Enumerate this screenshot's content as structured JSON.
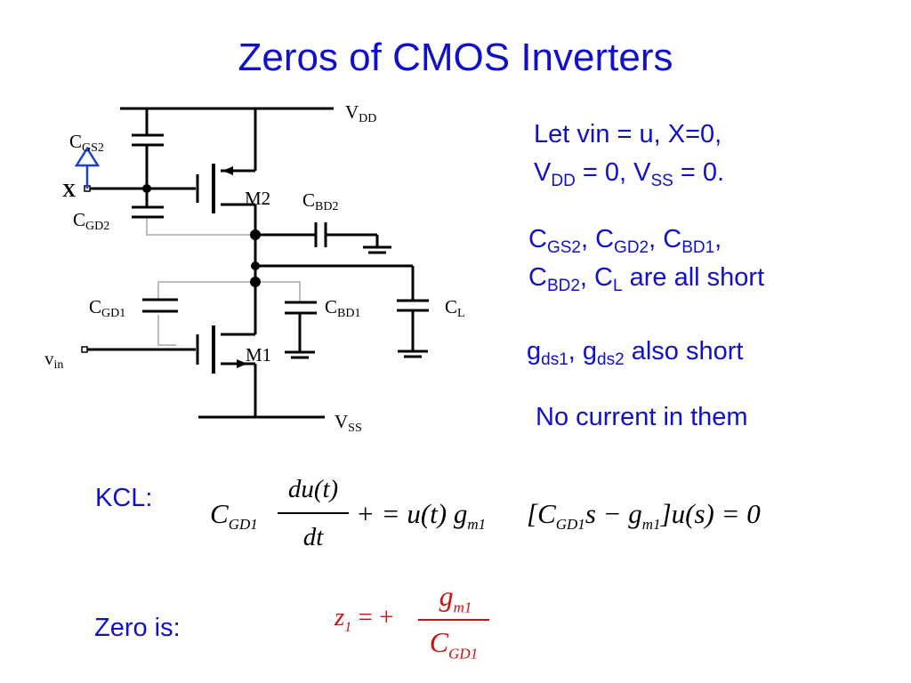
{
  "slide": {
    "title": "Zeros of CMOS Inverters"
  },
  "circuit": {
    "labels": {
      "vdd": "V",
      "vdd_sub": "DD",
      "vss": "V",
      "vss_sub": "SS",
      "cgs2": "C",
      "cgs2_sub": "GS2",
      "cgd2": "C",
      "cgd2_sub": "GD2",
      "cgd1": "C",
      "cgd1_sub": "GD1",
      "cbd2": "C",
      "cbd2_sub": "BD2",
      "cbd1": "C",
      "cbd1_sub": "BD1",
      "cl": "C",
      "cl_sub": "L",
      "m1": "M1",
      "m2": "M2",
      "x": "X",
      "vin": "v",
      "vin_sub": "in"
    },
    "colors": {
      "wire": "#000000",
      "gray_wire": "#bdbdbd",
      "x_source": "#1a3ee0"
    }
  },
  "notes": {
    "line1": "Let vin = u, X=0,",
    "line2": {
      "a": "V",
      "a_sub": "DD",
      "b": " = 0, V",
      "b_sub": "SS",
      "c": " = 0."
    },
    "line3": {
      "c1": "C",
      "c1_sub": "GS2",
      "c2": ", C",
      "c2_sub": "GD2",
      "c3": ", C",
      "c3_sub": "BD1",
      "end": ","
    },
    "line4": {
      "c1": "C",
      "c1_sub": "BD2",
      "c2": ", C",
      "c2_sub": "L",
      "end": " are all short"
    },
    "line5": {
      "g1": "g",
      "g1_sub": "ds1",
      "g2": ", g",
      "g2_sub": "ds2",
      "end": "  also short"
    },
    "line6": "No current in them"
  },
  "equations": {
    "kcl_label": "KCL:",
    "eq1": {
      "C": "C",
      "C_sub": "GD1",
      "num": "du(t)",
      "den": "dt",
      "rest1": "+ = u(t) g",
      "rest1_sub": "m1"
    },
    "eq2": {
      "open": "[C",
      "C_sub": "GD1",
      "mid": "s − g",
      "g_sub": "m1",
      "close": "]u(s) = 0"
    },
    "zero_label": "Zero is:",
    "zero": {
      "z": "z",
      "z_sub": "1",
      "eq": " = +",
      "num": "g",
      "num_sub": "m1",
      "den": "C",
      "den_sub": "GD1"
    }
  }
}
